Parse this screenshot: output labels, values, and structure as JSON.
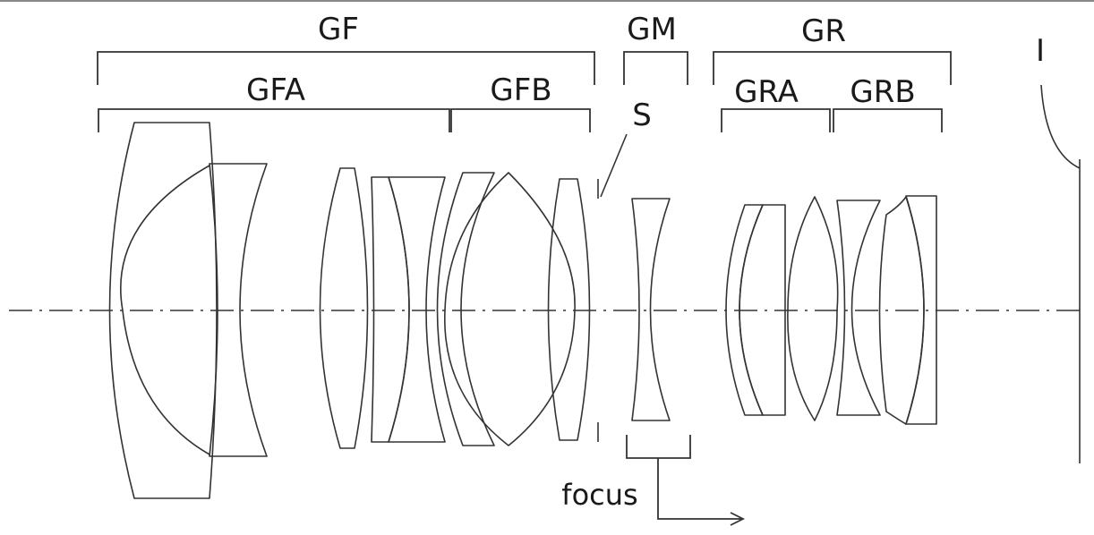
{
  "labels": {
    "gf": "GF",
    "gm": "GM",
    "gr": "GR",
    "image_plane": "I",
    "gfa": "GFA",
    "gfb": "GFB",
    "stop": "S",
    "gra": "GRA",
    "grb": "GRB",
    "focus": "focus"
  },
  "colors": {
    "line": "#333333",
    "text": "#1a1a1a",
    "background": "#ffffff"
  }
}
